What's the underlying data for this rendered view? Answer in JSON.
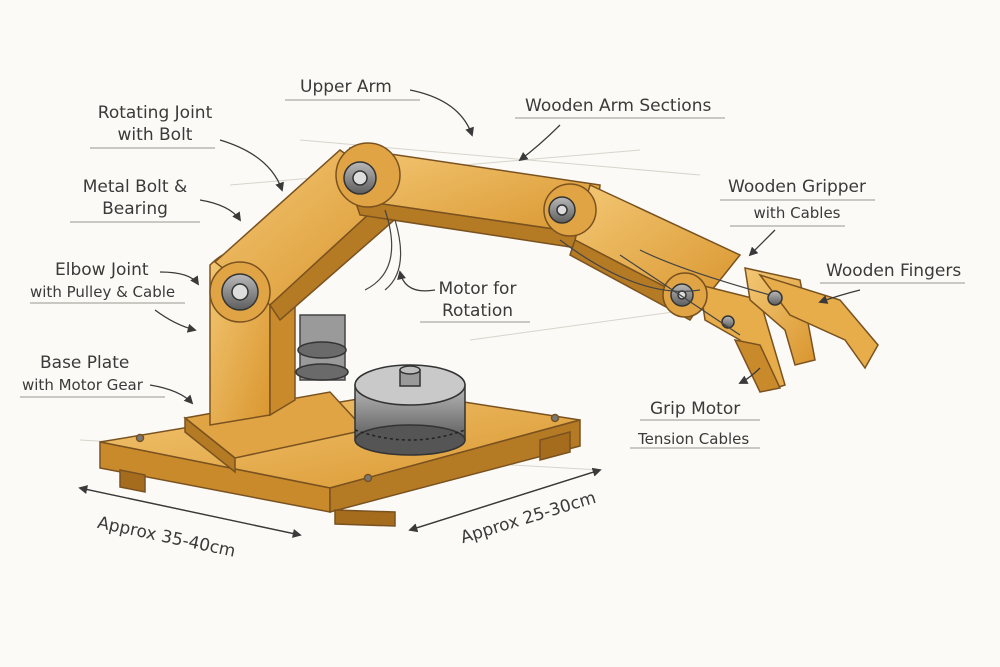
{
  "diagram": {
    "labels": {
      "upper_arm": "Upper Arm",
      "wooden_arm_sections": "Wooden Arm Sections",
      "rotating_joint_l1": "Rotating Joint",
      "rotating_joint_l2": "with Bolt",
      "metal_bolt_l1": "Metal Bolt &",
      "metal_bolt_l2": "Bearing",
      "elbow_joint_l1": "Elbow Joint",
      "elbow_joint_l2": "with Pulley & Cable",
      "base_plate_l1": "Base Plate",
      "base_plate_l2": "with Motor Gear",
      "motor_rotation_l1": "Motor for",
      "motor_rotation_l2": "Rotation",
      "gripper_l1": "Wooden Gripper",
      "gripper_l2": "with Cables",
      "fingers": "Wooden Fingers",
      "grip_motor": "Grip Motor",
      "tension_cables": "Tension Cables",
      "dim_length": "Approx 35-40cm",
      "dim_width": "Approx 25-30cm"
    },
    "colors": {
      "wood": "#e6ad4a",
      "wood_dark": "#c98a2c",
      "wood_light": "#f2c46e",
      "metal": "#8c8c8c",
      "ink": "#3a3a3a"
    }
  }
}
